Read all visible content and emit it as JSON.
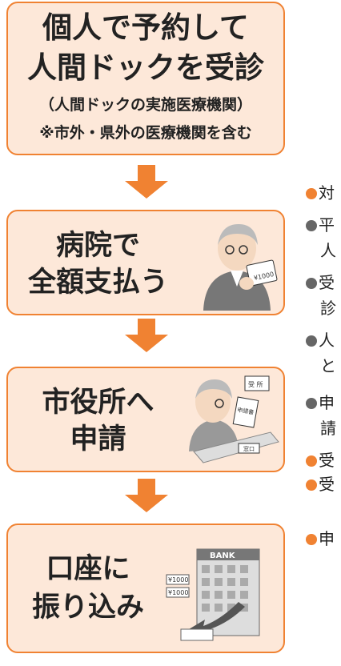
{
  "top": {
    "line1": "個人で予約して",
    "line2": "人間ドックを受診",
    "sub1": "（人間ドックの実施医療機関）",
    "sub2": "※市外・県外の医療機関を含む"
  },
  "steps": [
    {
      "line1": "病院で",
      "line2": "全額支払う"
    },
    {
      "line1": "市役所へ",
      "line2": "申請"
    },
    {
      "line1": "口座に",
      "line2": "振り込み"
    }
  ],
  "illustrations": {
    "receipt_yen": "¥1000",
    "card_label": "窓口",
    "sign_label": "受 所",
    "form_label": "申請書",
    "bank_label": "BANK",
    "bill1": "¥1000",
    "bill2": "¥1000"
  },
  "right_notes": [
    {
      "text": "対",
      "bullet": "orange"
    },
    {
      "text": "平",
      "bullet": "gray"
    },
    {
      "text": "人",
      "bullet": "none"
    },
    {
      "text": "受",
      "bullet": "gray"
    },
    {
      "text": "診",
      "bullet": "none"
    },
    {
      "text": "人",
      "bullet": "gray"
    },
    {
      "text": "と",
      "bullet": "none"
    },
    {
      "text": "申",
      "bullet": "gray"
    },
    {
      "text": "請",
      "bullet": "none"
    },
    {
      "text": "受",
      "bullet": "orange"
    },
    {
      "text": "受",
      "bullet": "orange"
    },
    {
      "text": "申",
      "bullet": "orange"
    }
  ],
  "colors": {
    "accent": "#f08232",
    "box_fill": "#fde8d9"
  }
}
